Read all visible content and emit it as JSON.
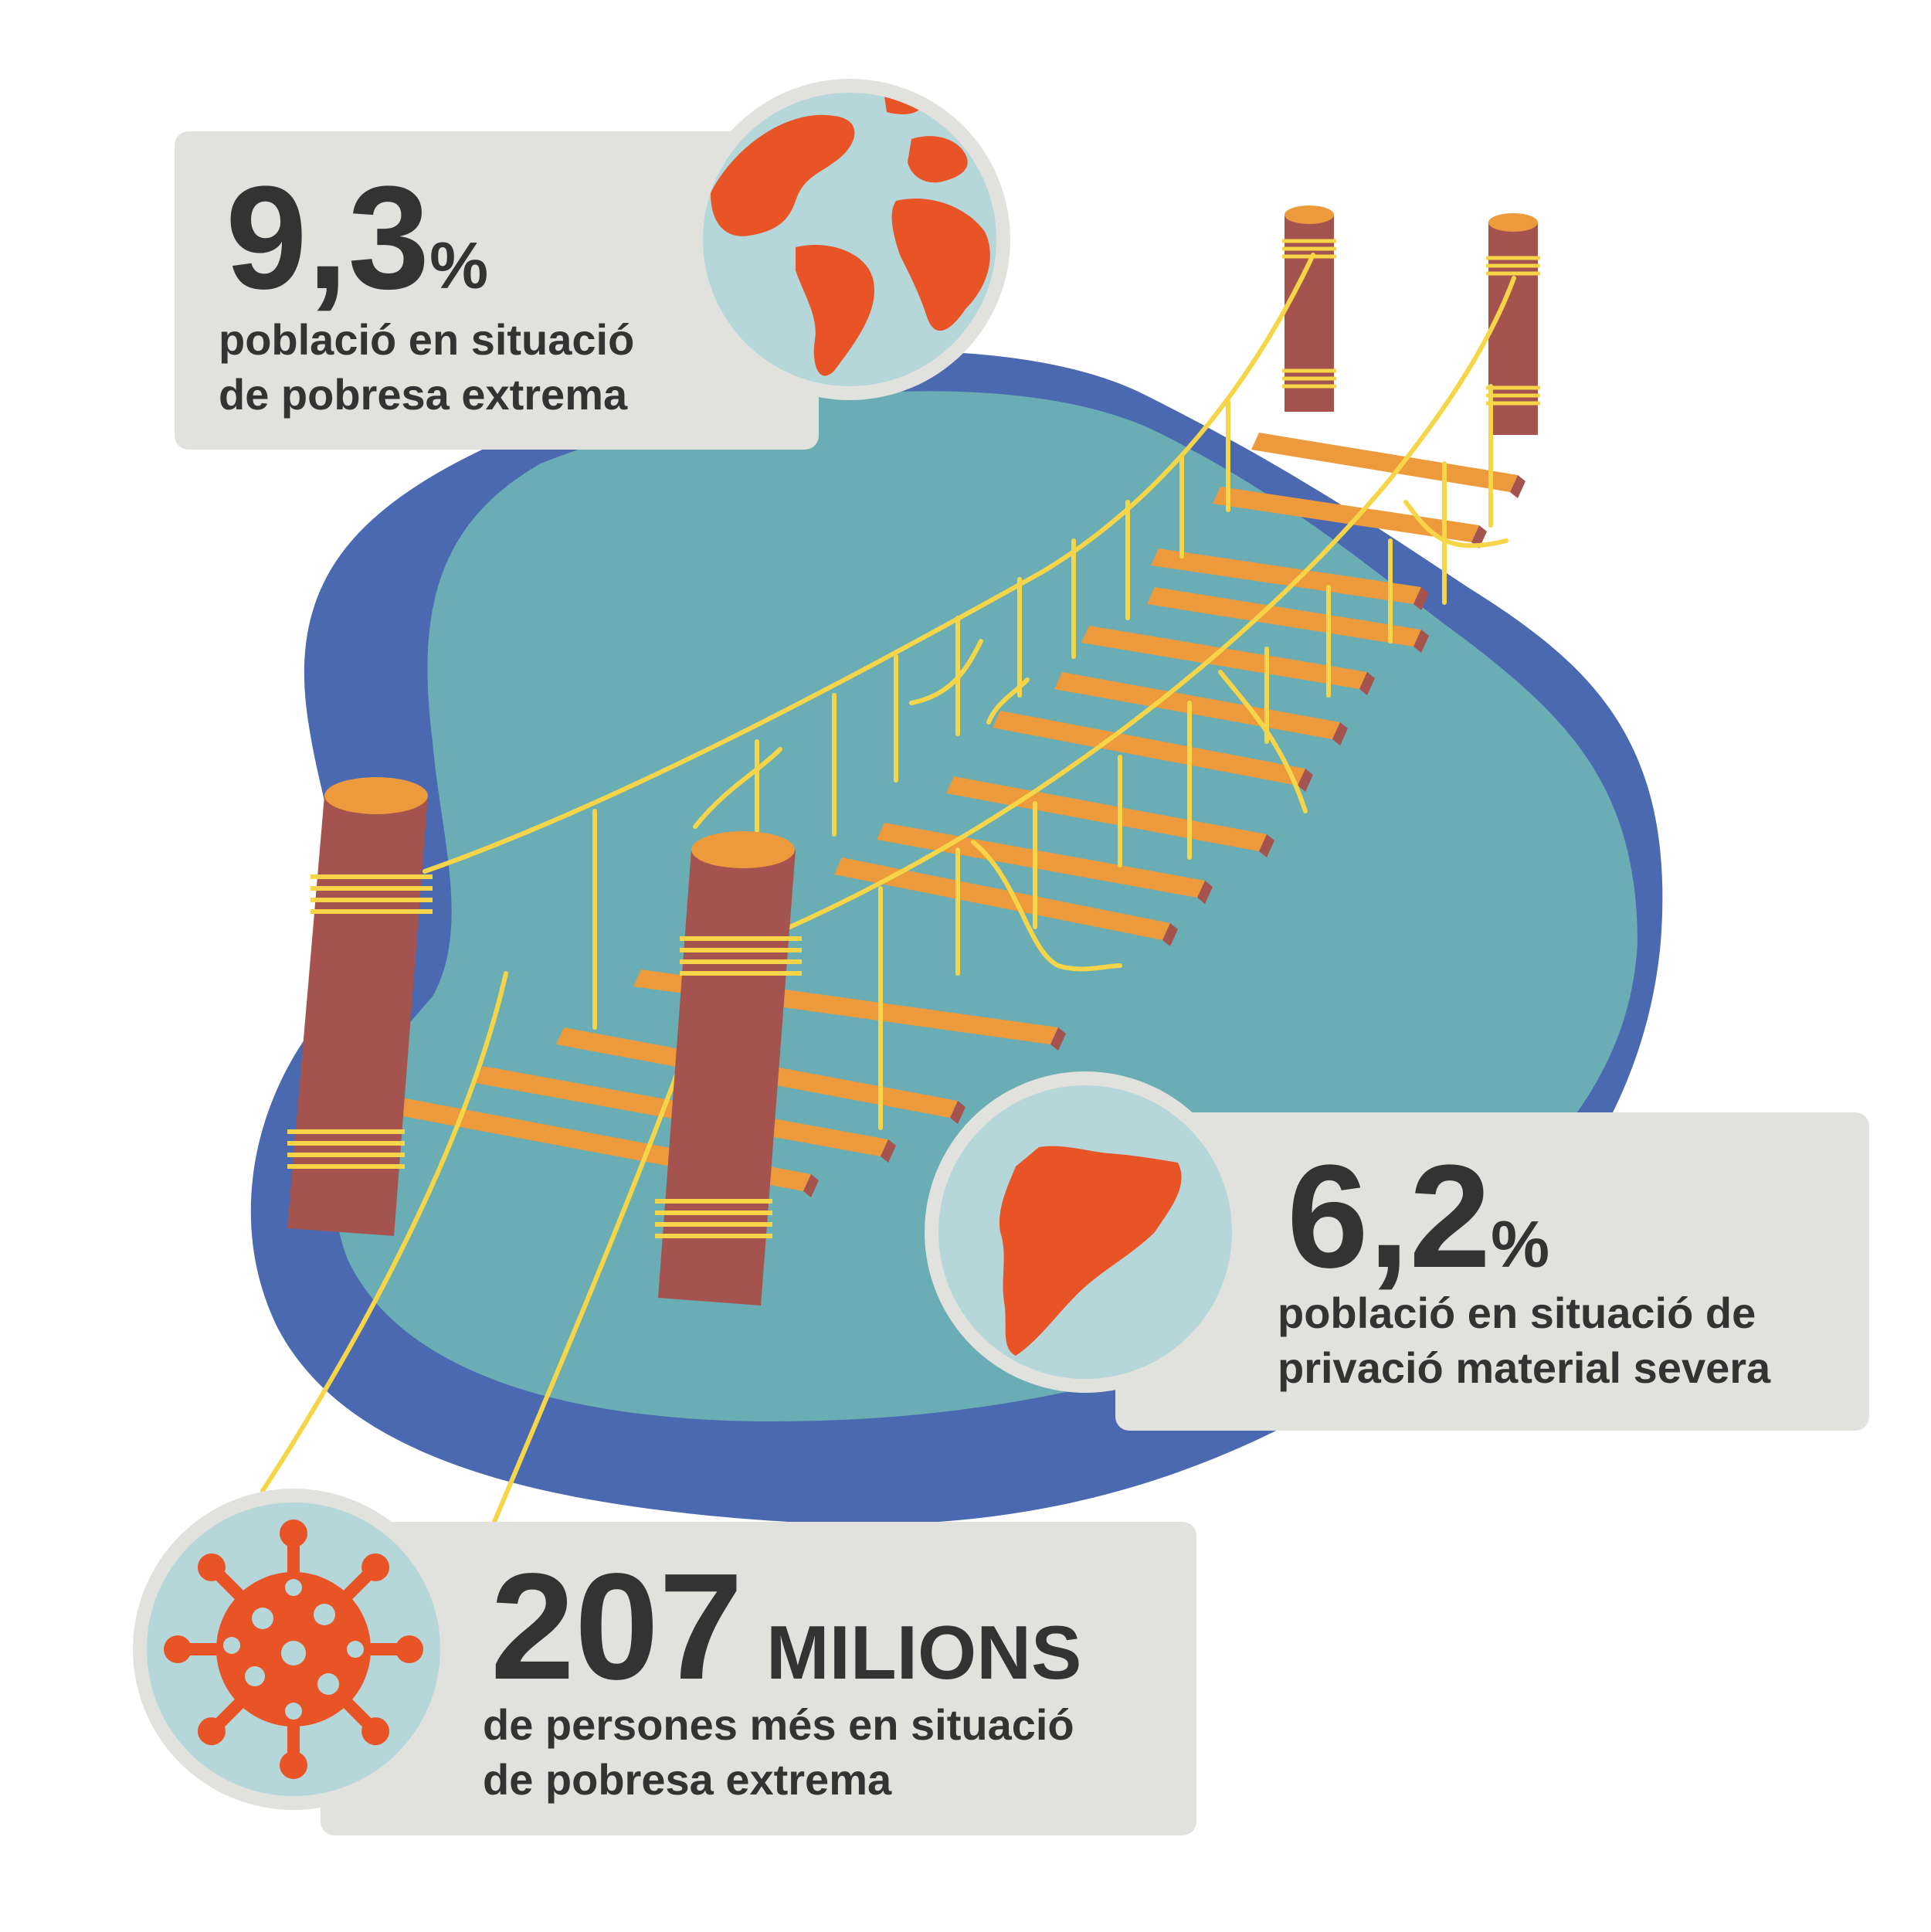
{
  "colors": {
    "blob_outer": "#4a69b0",
    "blob_inner": "#6aadb5",
    "card_bg": "#e1e1dd",
    "text": "#333333",
    "accent": "#e85426",
    "globe_sea": "#b6d7da",
    "rope": "#f6d648",
    "plank": "#ec9a3c",
    "post": "#a5534e"
  },
  "stats": {
    "world": {
      "value": "9,3",
      "unit": "%",
      "line1": "població en situació",
      "line2": "de pobresa extrema",
      "icon": "globe-icon"
    },
    "catalonia": {
      "value": "6,2",
      "unit": "%",
      "line1": "població en situació de",
      "line2": "privació material severa",
      "icon": "catalonia-map-icon"
    },
    "covid": {
      "value": "207",
      "unit": "MILIONS",
      "line1": "de persones més en situació",
      "line2": "de pobresa extrema",
      "icon": "virus-icon"
    }
  }
}
